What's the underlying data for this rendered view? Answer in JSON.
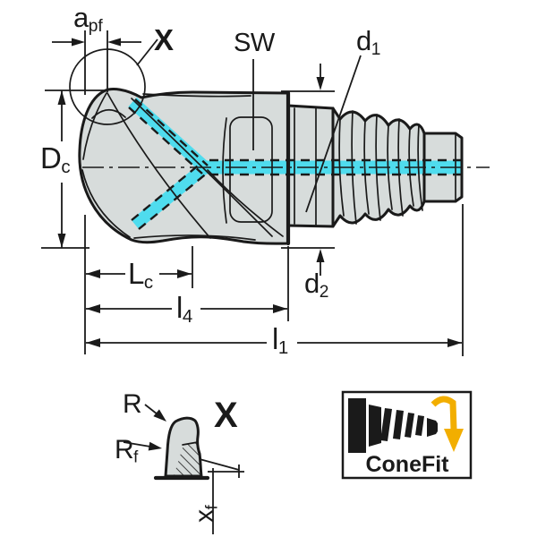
{
  "colors": {
    "ink": "#1a1a1a",
    "body": "#d7dcdb",
    "cyan": "#4fdcee",
    "yellow": "#f2ae00",
    "paper": "#ffffff"
  },
  "dimensions": {
    "corner_offset": {
      "main": "a",
      "sub": "pf"
    },
    "detail_marker": {
      "main": "X",
      "sub": ""
    },
    "wrench_size": {
      "main": "SW",
      "sub": ""
    },
    "adapter_diameter": {
      "main": "d",
      "sub": "1"
    },
    "cutting_diameter": {
      "main": "D",
      "sub": "c"
    },
    "cutting_length": {
      "main": "L",
      "sub": "c"
    },
    "length_l4": {
      "main": "l",
      "sub": "4"
    },
    "overall_length": {
      "main": "l",
      "sub": "1"
    },
    "neck_diameter": {
      "main": "d",
      "sub": "2"
    }
  },
  "detail_view": {
    "corner_radius": {
      "main": "R",
      "sub": ""
    },
    "facet_radius": {
      "main": "R",
      "sub": "f"
    },
    "title": {
      "main": "X",
      "sub": ""
    },
    "facet_offset": {
      "main": "x",
      "sub": "f"
    }
  },
  "logo": {
    "label": "ConeFit"
  }
}
